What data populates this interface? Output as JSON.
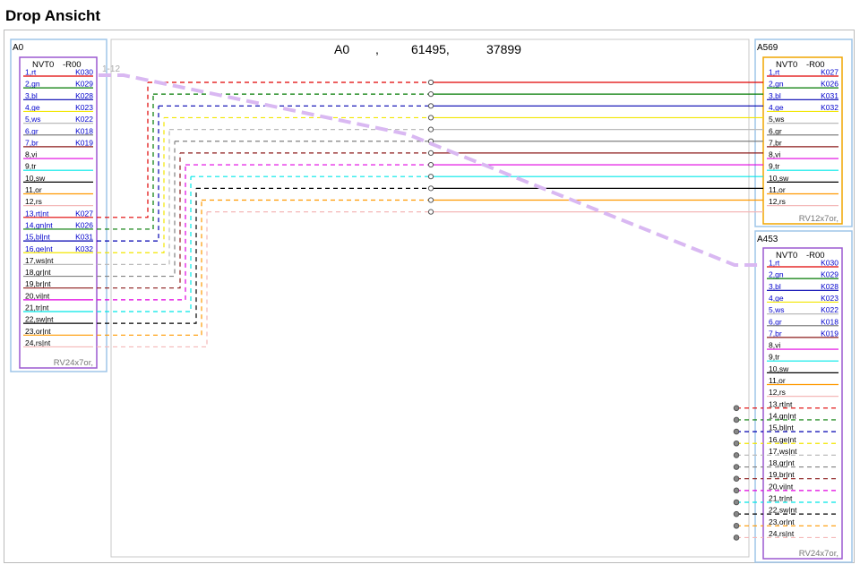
{
  "page": {
    "title": "Drop Ansicht"
  },
  "header": {
    "a": "A0",
    "b": ",",
    "c": "61495,",
    "d": "37899"
  },
  "link_label": "1-12",
  "colors": {
    "rt": "#e00000",
    "gn": "#007a00",
    "bl": "#0000b0",
    "ge": "#f2e600",
    "ws": "#bbbbbb",
    "gr": "#808080",
    "br": "#8b1a1a",
    "vi": "#e000e0",
    "tr": "#00e8e8",
    "sw": "#000000",
    "or": "#ff9900",
    "rs": "#f4b8b8",
    "text_blue": "#0000cc",
    "box_blue": "#9fc5e8",
    "box_purple": "#9b59d0",
    "box_orange": "#f0a500",
    "link": "#d9b8f2"
  },
  "cables": [
    {
      "name": "A0",
      "connector": {
        "left": "NVT0",
        "right": "-R00"
      },
      "footer": "RV24x7or,",
      "pins": [
        {
          "label": "1,rt",
          "color": "rt",
          "code": "K030"
        },
        {
          "label": "2,gn",
          "color": "gn",
          "code": "K029"
        },
        {
          "label": "3,bl",
          "color": "bl",
          "code": "K028"
        },
        {
          "label": "4,ge",
          "color": "ge",
          "code": "K023"
        },
        {
          "label": "5,ws",
          "color": "ws",
          "code": "K022"
        },
        {
          "label": "6,gr",
          "color": "gr",
          "code": "K018"
        },
        {
          "label": "7,br",
          "color": "br",
          "code": "K019"
        },
        {
          "label": "8,vi",
          "color": "vi",
          "code": ""
        },
        {
          "label": "9,tr",
          "color": "tr",
          "code": ""
        },
        {
          "label": "10,sw",
          "color": "sw",
          "code": ""
        },
        {
          "label": "11,or",
          "color": "or",
          "code": ""
        },
        {
          "label": "12,rs",
          "color": "rs",
          "code": ""
        },
        {
          "label": "13,rt|nt",
          "color": "rt",
          "code": "K027"
        },
        {
          "label": "14,gn|nt",
          "color": "gn",
          "code": "K026"
        },
        {
          "label": "15,bl|nt",
          "color": "bl",
          "code": "K031"
        },
        {
          "label": "16,ge|nt",
          "color": "ge",
          "code": "K032"
        },
        {
          "label": "17,ws|nt",
          "color": "ws",
          "code": ""
        },
        {
          "label": "18,gr|nt",
          "color": "gr",
          "code": ""
        },
        {
          "label": "19,br|nt",
          "color": "br",
          "code": ""
        },
        {
          "label": "20,vi|nt",
          "color": "vi",
          "code": ""
        },
        {
          "label": "21,tr|nt",
          "color": "tr",
          "code": ""
        },
        {
          "label": "22,sw|nt",
          "color": "sw",
          "code": ""
        },
        {
          "label": "23,or|nt",
          "color": "or",
          "code": ""
        },
        {
          "label": "24,rs|nt",
          "color": "rs",
          "code": ""
        }
      ]
    },
    {
      "name": "A569",
      "connector": {
        "left": "NVT0",
        "right": "-R00"
      },
      "footer": "RV12x7or,",
      "pins": [
        {
          "label": "1,rt",
          "color": "rt",
          "code": "K027"
        },
        {
          "label": "2,gn",
          "color": "gn",
          "code": "K026"
        },
        {
          "label": "3,bl",
          "color": "bl",
          "code": "K031"
        },
        {
          "label": "4,ge",
          "color": "ge",
          "code": "K032"
        },
        {
          "label": "5,ws",
          "color": "ws",
          "code": ""
        },
        {
          "label": "6,gr",
          "color": "gr",
          "code": ""
        },
        {
          "label": "7,br",
          "color": "br",
          "code": ""
        },
        {
          "label": "8,vi",
          "color": "vi",
          "code": ""
        },
        {
          "label": "9,tr",
          "color": "tr",
          "code": ""
        },
        {
          "label": "10,sw",
          "color": "sw",
          "code": ""
        },
        {
          "label": "11,or",
          "color": "or",
          "code": ""
        },
        {
          "label": "12,rs",
          "color": "rs",
          "code": ""
        }
      ]
    },
    {
      "name": "A453",
      "connector": {
        "left": "NVT0",
        "right": "-R00"
      },
      "footer": "RV24x7or,",
      "pins": [
        {
          "label": "1,rt",
          "color": "rt",
          "code": "K030"
        },
        {
          "label": "2,gn",
          "color": "gn",
          "code": "K029"
        },
        {
          "label": "3,bl",
          "color": "bl",
          "code": "K028"
        },
        {
          "label": "4,ge",
          "color": "ge",
          "code": "K023"
        },
        {
          "label": "5,ws",
          "color": "ws",
          "code": "K022"
        },
        {
          "label": "6,gr",
          "color": "gr",
          "code": "K018"
        },
        {
          "label": "7,br",
          "color": "br",
          "code": "K019"
        },
        {
          "label": "8,vi",
          "color": "vi",
          "code": ""
        },
        {
          "label": "9,tr",
          "color": "tr",
          "code": ""
        },
        {
          "label": "10,sw",
          "color": "sw",
          "code": ""
        },
        {
          "label": "11,or",
          "color": "or",
          "code": ""
        },
        {
          "label": "12,rs",
          "color": "rs",
          "code": ""
        },
        {
          "label": "13,rt|nt",
          "color": "rt",
          "code": ""
        },
        {
          "label": "14,gn|nt",
          "color": "gn",
          "code": ""
        },
        {
          "label": "15,bl|nt",
          "color": "bl",
          "code": ""
        },
        {
          "label": "16,ge|nt",
          "color": "ge",
          "code": ""
        },
        {
          "label": "17,ws|nt",
          "color": "ws",
          "code": ""
        },
        {
          "label": "18,gr|nt",
          "color": "gr",
          "code": ""
        },
        {
          "label": "19,br|nt",
          "color": "br",
          "code": ""
        },
        {
          "label": "20,vi|nt",
          "color": "vi",
          "code": ""
        },
        {
          "label": "21,tr|nt",
          "color": "tr",
          "code": ""
        },
        {
          "label": "22,sw|nt",
          "color": "sw",
          "code": ""
        },
        {
          "label": "23,or|nt",
          "color": "or",
          "code": ""
        },
        {
          "label": "24,rs|nt",
          "color": "rs",
          "code": ""
        }
      ]
    }
  ]
}
